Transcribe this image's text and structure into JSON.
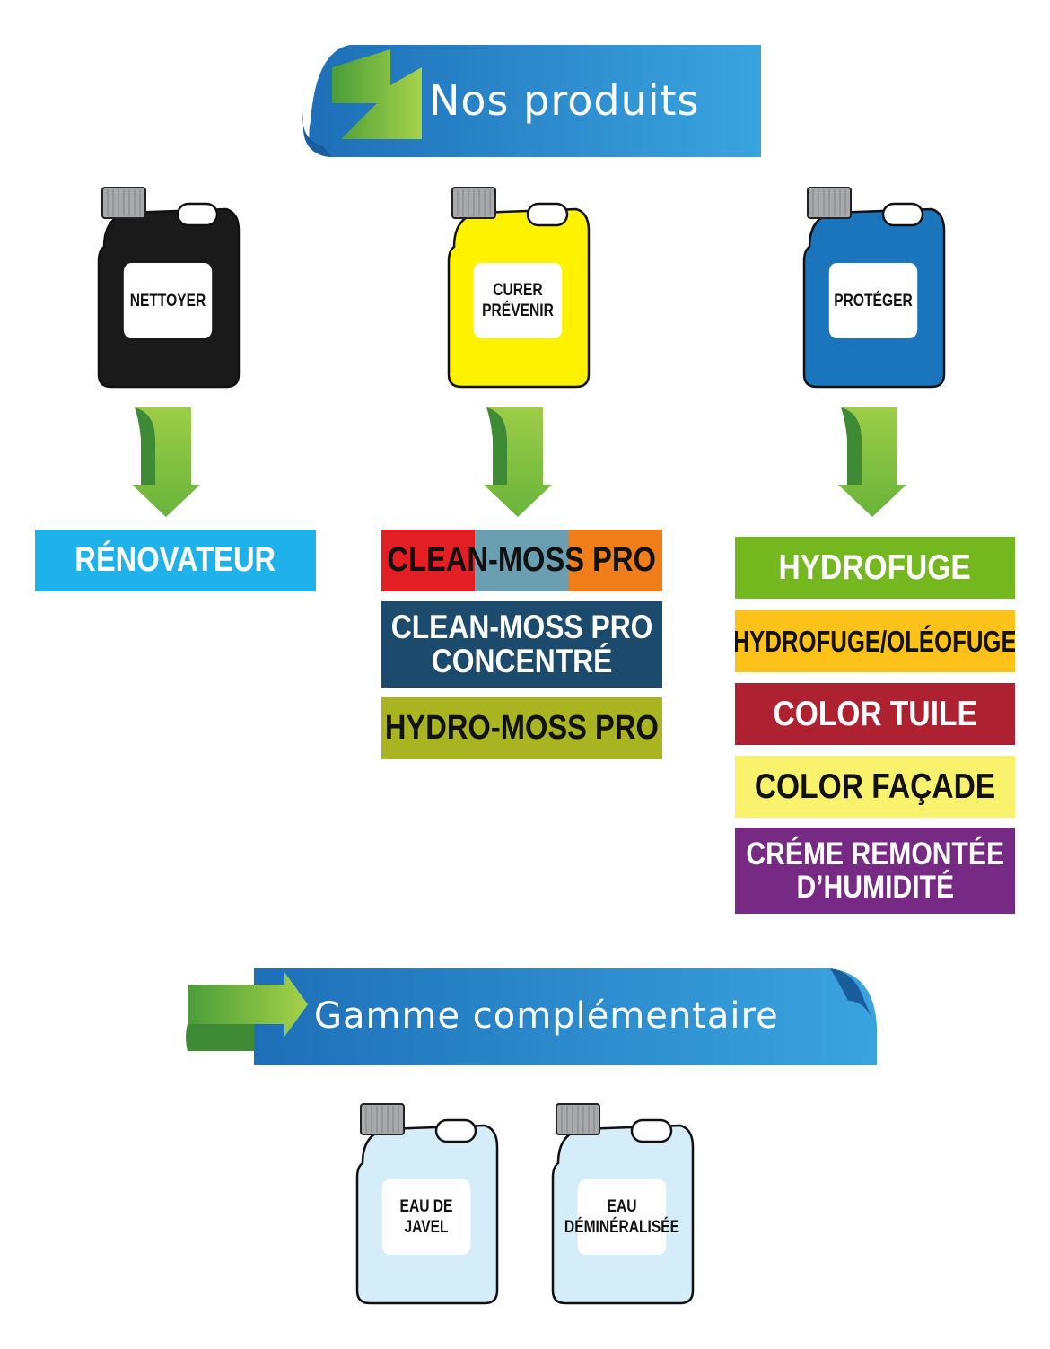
{
  "header": {
    "title": "Nos produits"
  },
  "categories": [
    {
      "label": "NETTOYER"
    },
    {
      "label_line1": "CURER",
      "label_line2": "PRÉVENIR"
    },
    {
      "label": "PROTÉGER"
    }
  ],
  "products": {
    "nettoyer": [
      {
        "label": "RÉNOVATEUR",
        "color": "#1fb1ea"
      }
    ],
    "curer": [
      {
        "label": "CLEAN-MOSS PRO",
        "colors": [
          "#e31e24",
          "#6b9eb0",
          "#ef7d1a"
        ]
      },
      {
        "label_line1": "CLEAN-MOSS PRO",
        "label_line2": "CONCENTRÉ",
        "color": "#1c4b6e"
      },
      {
        "label": "HYDRO-MOSS PRO",
        "color": "#a8b520"
      }
    ],
    "proteger": [
      {
        "label": "HYDROFUGE",
        "color": "#74b71f"
      },
      {
        "label": "HYDROFUGE/OLÉOFUGE",
        "color": "#fcc21a"
      },
      {
        "label": "COLOR TUILE",
        "color": "#ad2130"
      },
      {
        "label": "COLOR FAÇADE",
        "color": "#f9f26c"
      },
      {
        "label_line1": "CRÉME REMONTÉE",
        "label_line2": "D’HUMIDITÉ",
        "color": "#772a84"
      }
    ]
  },
  "complementary": {
    "title": "Gamme complémentaire",
    "items": [
      {
        "label": "EAU DE JAVEL"
      },
      {
        "label_line1": "EAU",
        "label_line2": "DÉMINÉRALISÉE"
      }
    ]
  },
  "colors": {
    "banner_blue": "#2a86cc",
    "arrow_green": "#7fc241",
    "can_black": "#1a1a1a",
    "can_yellow": "#fff200",
    "can_blue": "#1b75bc",
    "can_light": "#d5ecf9"
  }
}
